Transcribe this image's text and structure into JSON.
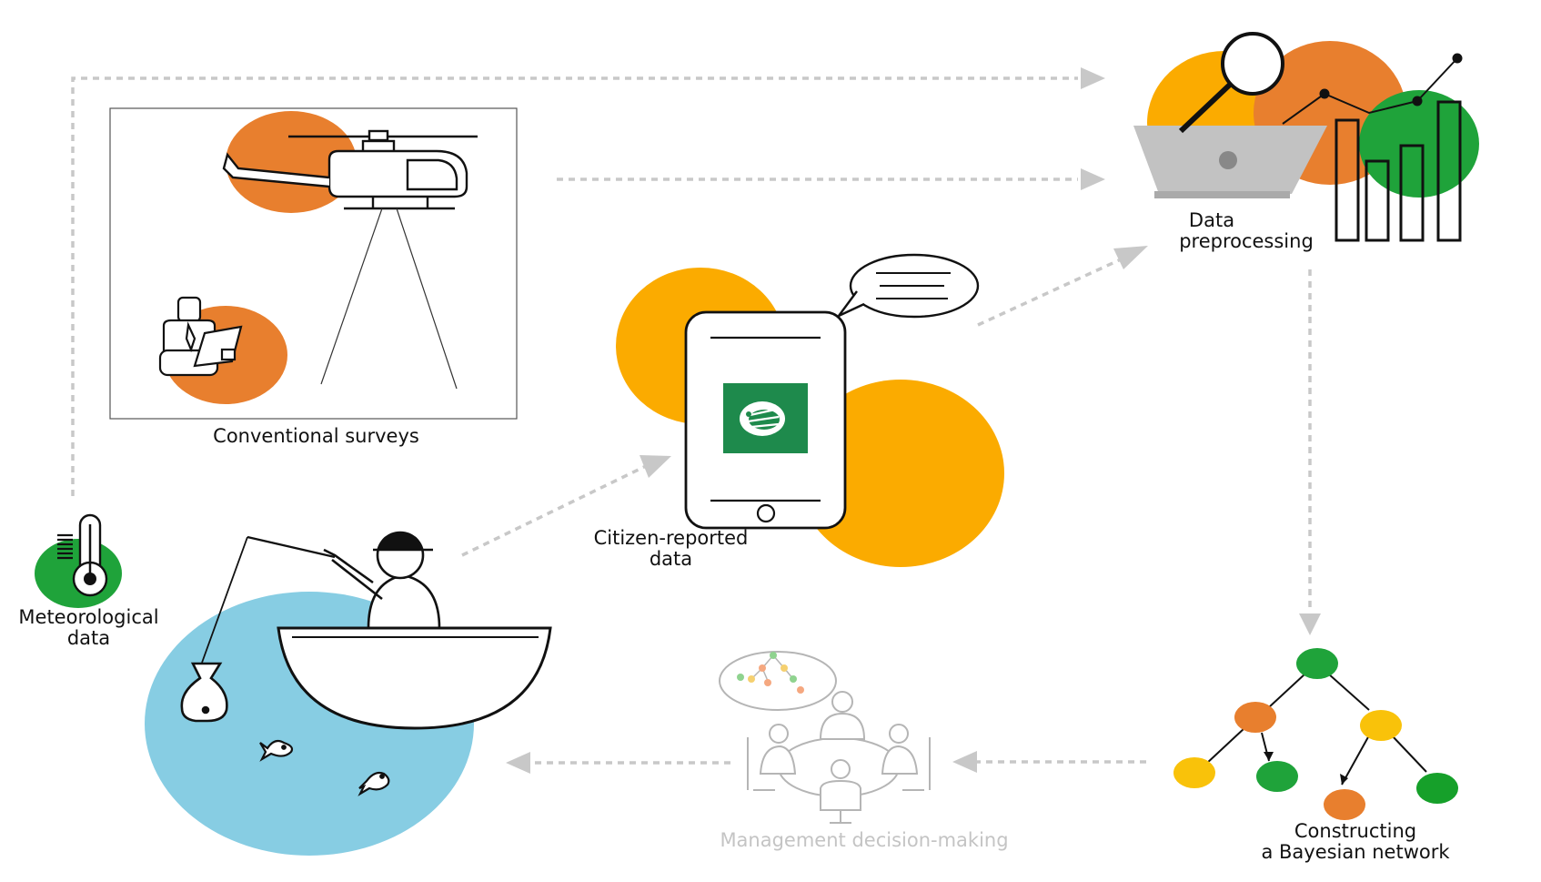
{
  "labels": {
    "conventional_surveys": "Conventional surveys",
    "meteorological_data": [
      "Meteorological",
      "data"
    ],
    "citizen_reported_data": [
      "Citizen-reported",
      "data"
    ],
    "data_preprocessing": [
      "Data",
      "preprocessing"
    ],
    "constructing_bayesian_network": [
      "Constructing",
      "a Bayesian network"
    ],
    "management_decision_making": "Management decision-making"
  },
  "colors": {
    "orange": "#e87f2e",
    "amber": "#fbab00",
    "green": "#1fa33a",
    "dark_green": "#16a02a",
    "yellow": "#f9c20a",
    "lake_blue": "#87cde3",
    "arrow_gray": "#c8c8c8",
    "app_icon_green": "#1e8a4c",
    "laptop_gray": "#c2c2c2"
  },
  "icons": [
    "helicopter-icon",
    "surveyor-icon",
    "thermometer-icon",
    "smartphone-icon",
    "app-logo-icon",
    "speech-bubble-icon",
    "magnifier-icon",
    "laptop-icon",
    "bar-chart-icon",
    "bayesian-network-icon",
    "meeting-icon",
    "fisher-boat-icon",
    "fish-icon",
    "fish-trap-icon"
  ]
}
